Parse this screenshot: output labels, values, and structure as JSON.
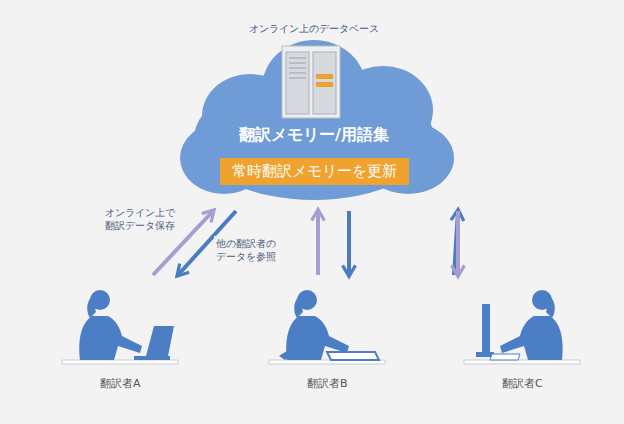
{
  "diagram": {
    "nodes": [
      {
        "text": [
          "オンライン上のデータベース",
          "翻訳メモリー/用語集"
        ]
      },
      {
        "text": [
          "常時翻訳メモリーを更新"
        ],
        "in": 0
      },
      {
        "text": [
          "翻訳者A"
        ]
      },
      {
        "text": [
          "翻訳者B"
        ]
      },
      {
        "text": [
          "翻訳者C"
        ]
      }
    ],
    "edges": [
      {
        "from": 2,
        "to": 0,
        "arrow": "to",
        "label": "オンライン上で 翻訳データ保存"
      },
      {
        "from": 0,
        "to": 2,
        "arrow": "to",
        "label": "他の翻訳者の データを参照"
      },
      {
        "from": 3,
        "to": 0,
        "arrow": "to"
      },
      {
        "from": 0,
        "to": 3,
        "arrow": "to"
      },
      {
        "from": 4,
        "to": 0,
        "arrow": "to"
      },
      {
        "from": 0,
        "to": 4,
        "arrow": "to"
      }
    ]
  }
}
